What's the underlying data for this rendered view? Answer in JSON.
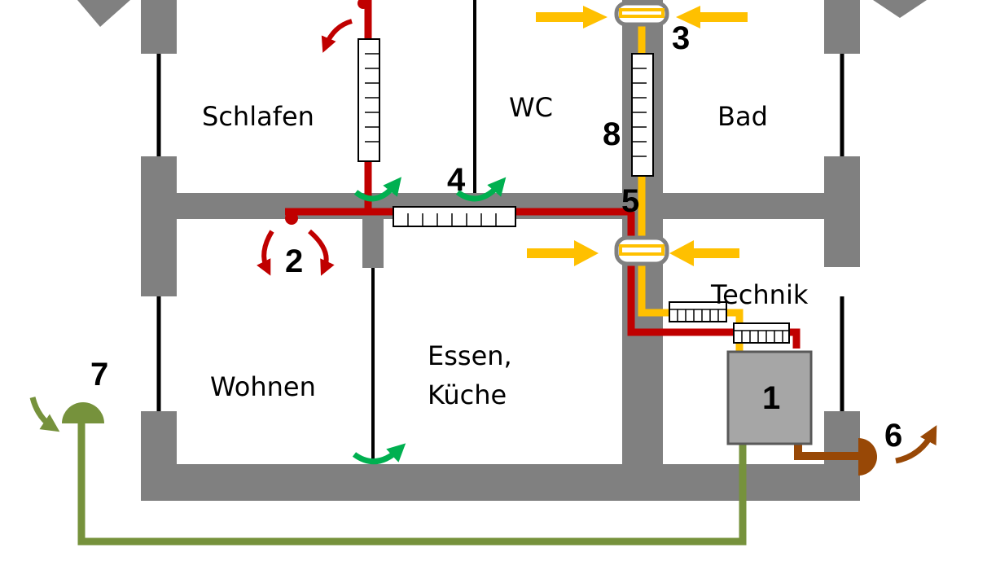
{
  "colors": {
    "wall": "#808080",
    "window_line": "#000000",
    "supply_duct": "#c00000",
    "exhaust_duct": "#ffc000",
    "outdoor_air": "#76923c",
    "exhaust_air": "#984806",
    "overflow_arrow": "#00b050",
    "unit_fill": "#a6a6a6",
    "unit_border": "#595959"
  },
  "rooms": {
    "schlafen": "Schlafen",
    "wc": "WC",
    "bad": "Bad",
    "technik": "Technik",
    "wohnen": "Wohnen",
    "essen_line1": "Essen,",
    "essen_line2": "Küche"
  },
  "numbers": {
    "n1": "1",
    "n2": "2",
    "n3": "3",
    "n4": "4",
    "n5": "5",
    "n6": "6",
    "n7": "7",
    "n8": "8"
  },
  "icons": {
    "silencer": "duct-silencer-icon",
    "valve": "air-valve-icon",
    "hood": "air-intake-hood-icon",
    "flow": "airflow-arrow-icon"
  }
}
